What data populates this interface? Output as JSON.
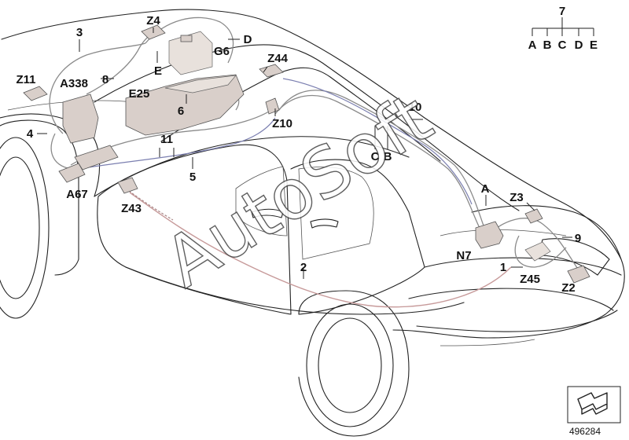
{
  "watermark": "AutoSoft",
  "reference_number": "496284",
  "labels": {
    "l3": "3",
    "z4": "Z4",
    "d_top": "D",
    "g6": "G6",
    "e_top": "E",
    "z11": "Z11",
    "a338": "A338",
    "l8": "8",
    "e25": "E25",
    "z44": "Z44",
    "l6": "6",
    "l4": "4",
    "l11": "11",
    "z10": "Z10",
    "l10": "10",
    "c_mid": "C",
    "b_mid": "B",
    "l5": "5",
    "a67": "A67",
    "z43": "Z43",
    "a_mid": "A",
    "z3": "Z3",
    "l9": "9",
    "n7": "N7",
    "l1": "1",
    "z45": "Z45",
    "z2": "Z2",
    "l2": "2"
  },
  "legend": {
    "root": "7",
    "branches": [
      "A",
      "B",
      "C",
      "D",
      "E"
    ]
  },
  "colors": {
    "line": "#222222",
    "harness_gray": "#8a8a8a",
    "harness_pink": "#c79a9a",
    "component_fill": "#d9cfca"
  },
  "icons": [
    "arrow-icon"
  ]
}
